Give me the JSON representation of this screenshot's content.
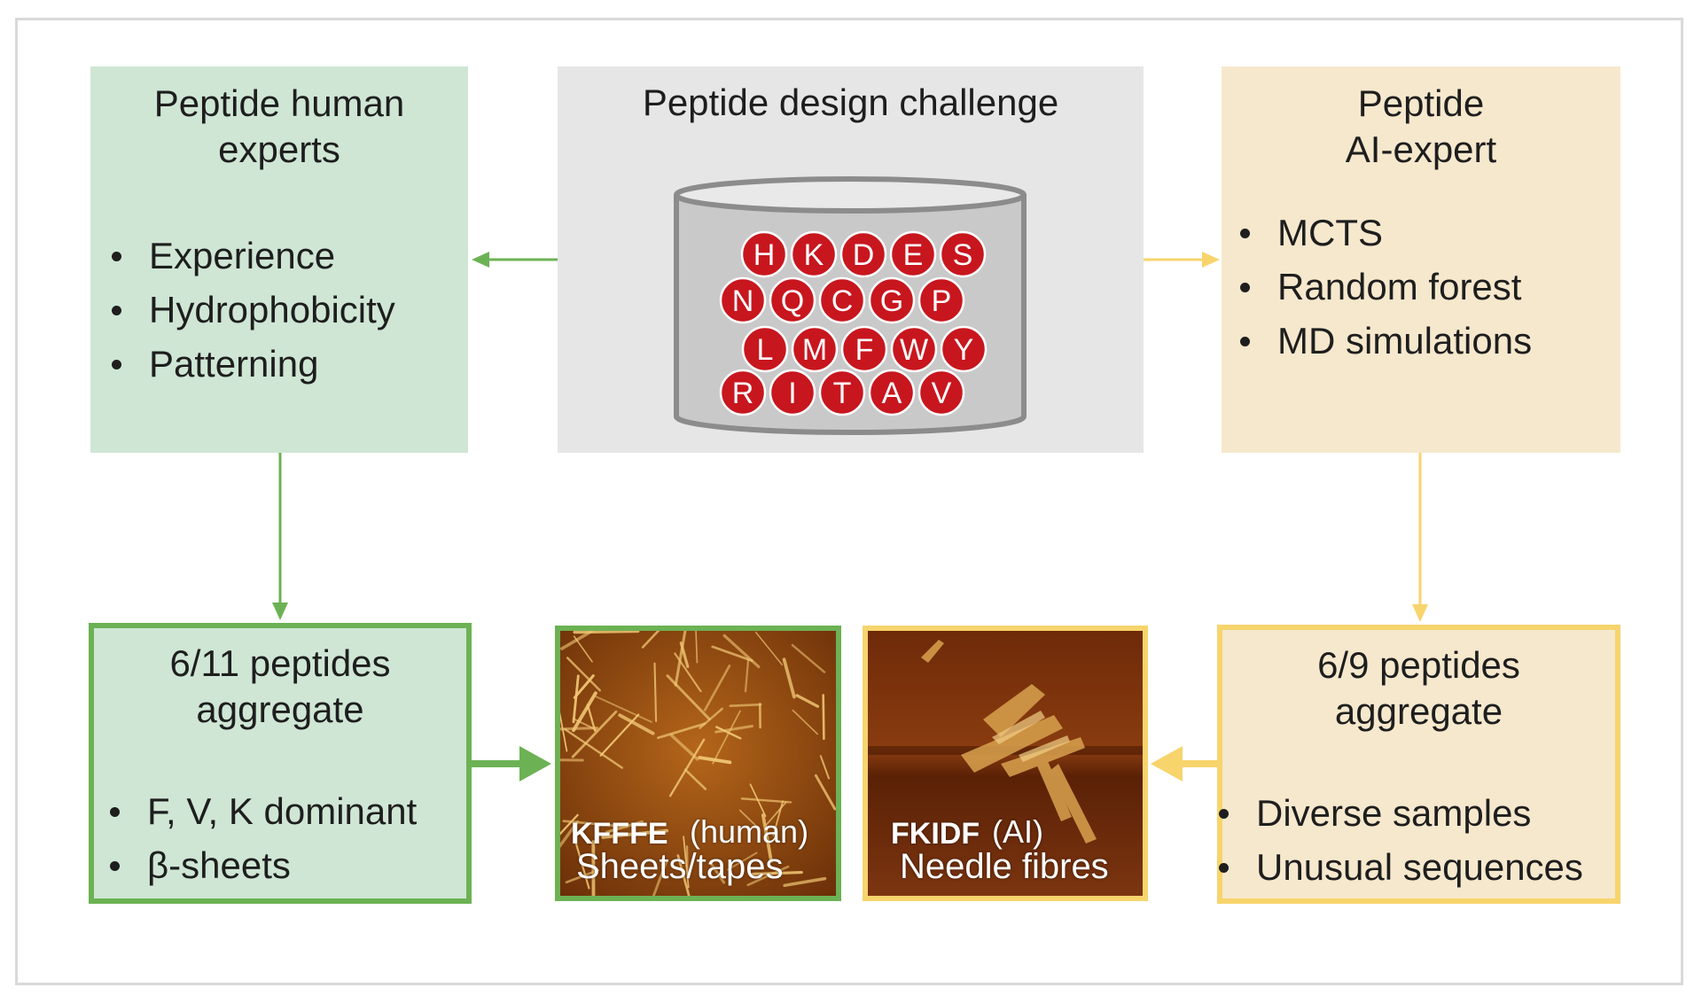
{
  "human_experts": {
    "title": "Peptide human\nexperts",
    "items": [
      "Experience",
      "Hydrophobicity",
      "Patterning"
    ]
  },
  "challenge": {
    "title": "Peptide design challenge",
    "letters": [
      [
        "H",
        "K",
        "D",
        "E",
        "S"
      ],
      [
        "N",
        "Q",
        "C",
        "G",
        "P"
      ],
      [
        "L",
        "M",
        "F",
        "W",
        "Y"
      ],
      [
        "R",
        "I",
        "T",
        "A",
        "V"
      ]
    ]
  },
  "ai_expert": {
    "title": "Peptide\nAI-expert",
    "items": [
      "MCTS",
      "Random forest",
      "MD simulations"
    ]
  },
  "human_result": {
    "title": "6/11 peptides\naggregate",
    "items": [
      "F, V, K dominant",
      "β-sheets"
    ]
  },
  "ai_result": {
    "title": "6/9 peptides\naggregate",
    "items": [
      "Diverse samples",
      "Unusual sequences"
    ]
  },
  "afm_human": {
    "sequence": "KFFFE",
    "source": "(human)",
    "morphology": "Sheets/tapes"
  },
  "afm_ai": {
    "sequence": "FKIDF",
    "source": "(AI)",
    "morphology": "Needle fibres"
  },
  "colors": {
    "human": "#6cb254",
    "human_fill": "#cfe6d5",
    "ai": "#f7d46c",
    "ai_fill": "#f6e8cd",
    "challenge_fill": "#e6e6e6",
    "amino_acid": "#c8161e"
  }
}
